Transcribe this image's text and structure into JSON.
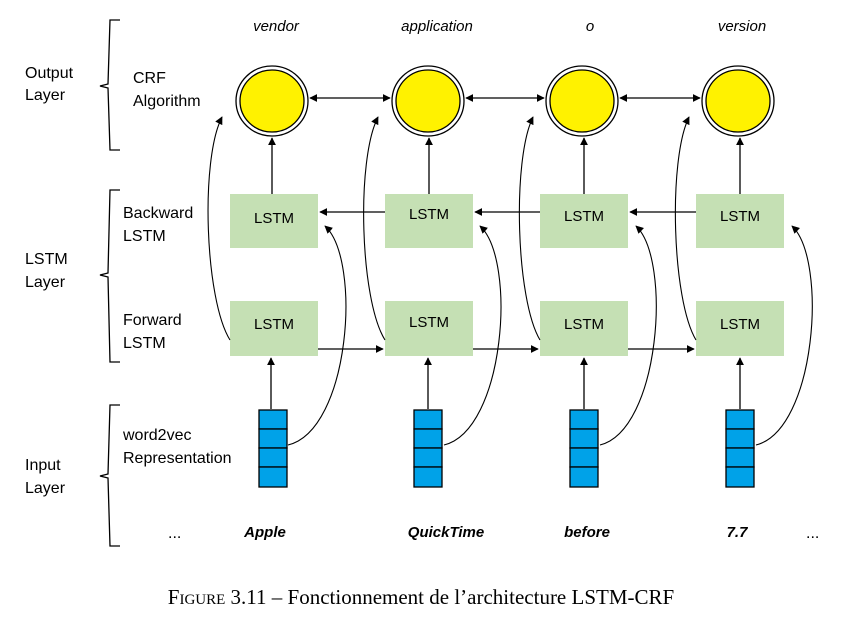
{
  "layers": {
    "output": {
      "line1": "Output",
      "line2": "Layer"
    },
    "lstm": {
      "line1": "LSTM",
      "line2": "Layer"
    },
    "input": {
      "line1": "Input",
      "line2": "Layer"
    }
  },
  "sublabels": {
    "crf": {
      "line1": "CRF",
      "line2": "Algorithm"
    },
    "backward": {
      "line1": "Backward",
      "line2": "LSTM"
    },
    "forward": {
      "line1": "Forward",
      "line2": "LSTM"
    },
    "embedding": {
      "line1": "word2vec",
      "line2": "Representation"
    }
  },
  "cell_label": "LSTM",
  "outputs": [
    "vendor",
    "application",
    "o",
    "version"
  ],
  "inputs": [
    "Apple",
    "QuickTime",
    "before",
    "7.7"
  ],
  "ellipsis_left": "...",
  "ellipsis_right": "...",
  "colors": {
    "crf_node": "#FFF200",
    "lstm_box": "#C5E0B4",
    "vector": "#00A2E8"
  },
  "caption": {
    "figure_word": "Figure",
    "figure_number": "3.11",
    "text": "– Fonctionnement de l’architecture LSTM-CRF"
  }
}
